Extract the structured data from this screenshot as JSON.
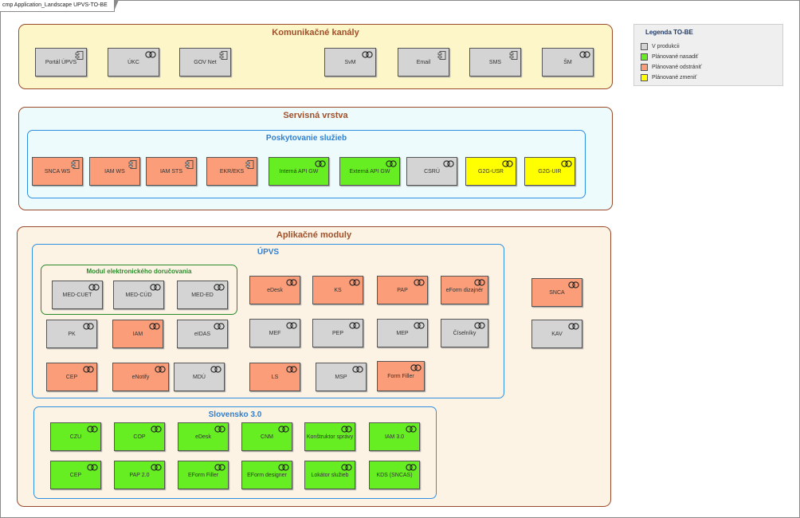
{
  "diagram_title": "cmp Application_Landscape UPVS-TO-BE",
  "legend": {
    "title": "Legenda TO-BE",
    "items": [
      {
        "label": "V produkcii",
        "color": "#d4d4d4"
      },
      {
        "label": "Plánované nasadiť",
        "color": "#66ee22"
      },
      {
        "label": "Plánované odstrániť",
        "color": "#fa9d78"
      },
      {
        "label": "Plánované zmeniť",
        "color": "#ffff00"
      }
    ]
  },
  "groups": {
    "komunikacne": "Komunikačné kanály",
    "servisna": "Servisná vrstva",
    "poskytovanie": "Poskytovanie služieb",
    "aplikacne": "Aplikačné moduly",
    "upvs": "ÚPVS",
    "med": "Modul elektronického doručovania",
    "slovensko": "Slovensko 3.0"
  },
  "components": [
    {
      "label": "Portál ÚPVS",
      "status": "g",
      "icon": "component-icon"
    },
    {
      "label": "ÚKC",
      "status": "g",
      "icon": "interface-icon"
    },
    {
      "label": "GOV Net",
      "status": "g",
      "icon": "component-icon"
    },
    {
      "label": "SvM",
      "status": "g",
      "icon": "interface-icon"
    },
    {
      "label": "Email",
      "status": "g",
      "icon": "component-icon"
    },
    {
      "label": "SMS",
      "status": "g",
      "icon": "component-icon"
    },
    {
      "label": "ŠM",
      "status": "g",
      "icon": "interface-icon"
    },
    {
      "label": "SNCA WS",
      "status": "o",
      "icon": "component-icon"
    },
    {
      "label": "IAM WS",
      "status": "o",
      "icon": "component-icon"
    },
    {
      "label": "IAM STS",
      "status": "o",
      "icon": "component-icon"
    },
    {
      "label": "EKR/EKS",
      "status": "o",
      "icon": "component-icon"
    },
    {
      "label": "Interná API GW",
      "status": "n",
      "icon": "interface-icon"
    },
    {
      "label": "Externá API GW",
      "status": "n",
      "icon": "interface-icon"
    },
    {
      "label": "CSRÚ",
      "status": "g",
      "icon": "interface-icon"
    },
    {
      "label": "G2G-USR",
      "status": "y",
      "icon": "interface-icon"
    },
    {
      "label": "G2G-UIR",
      "status": "y",
      "icon": "interface-icon"
    },
    {
      "label": "MED-CUET",
      "status": "g",
      "icon": "interface-icon"
    },
    {
      "label": "MED-CÚD",
      "status": "g",
      "icon": "interface-icon"
    },
    {
      "label": "MED-ED",
      "status": "g",
      "icon": "interface-icon"
    },
    {
      "label": "eDesk",
      "status": "o",
      "icon": "interface-icon"
    },
    {
      "label": "KS",
      "status": "o",
      "icon": "interface-icon"
    },
    {
      "label": "PAP",
      "status": "o",
      "icon": "interface-icon"
    },
    {
      "label": "eForm dizajnér",
      "status": "o",
      "icon": "interface-icon"
    },
    {
      "label": "PK",
      "status": "g",
      "icon": "interface-icon"
    },
    {
      "label": "IAM",
      "status": "o",
      "icon": "interface-icon"
    },
    {
      "label": "eIDAS",
      "status": "g",
      "icon": "interface-icon"
    },
    {
      "label": "MEF",
      "status": "g",
      "icon": "interface-icon"
    },
    {
      "label": "PEP",
      "status": "g",
      "icon": "interface-icon"
    },
    {
      "label": "MEP",
      "status": "g",
      "icon": "interface-icon"
    },
    {
      "label": "Číselníky",
      "status": "g",
      "icon": "interface-icon"
    },
    {
      "label": "CEP",
      "status": "o",
      "icon": "interface-icon"
    },
    {
      "label": "eNotify",
      "status": "o",
      "icon": "interface-icon"
    },
    {
      "label": "MDÚ",
      "status": "g",
      "icon": "interface-icon"
    },
    {
      "label": "LS",
      "status": "o",
      "icon": "interface-icon"
    },
    {
      "label": "MSP",
      "status": "g",
      "icon": "interface-icon"
    },
    {
      "label": "Form Filler",
      "status": "o",
      "icon": "interface-icon"
    },
    {
      "label": "SNCA",
      "status": "o",
      "icon": "interface-icon"
    },
    {
      "label": "KAV",
      "status": "g",
      "icon": "interface-icon"
    },
    {
      "label": "CZU",
      "status": "n",
      "icon": "interface-icon"
    },
    {
      "label": "COP",
      "status": "n",
      "icon": "interface-icon"
    },
    {
      "label": "eDesk",
      "status": "n",
      "icon": "interface-icon"
    },
    {
      "label": "CNM",
      "status": "n",
      "icon": "interface-icon"
    },
    {
      "label": "Konštruktor správy",
      "status": "n",
      "icon": "interface-icon"
    },
    {
      "label": "IAM 3.0",
      "status": "n",
      "icon": "interface-icon"
    },
    {
      "label": "CEP",
      "status": "n",
      "icon": "interface-icon"
    },
    {
      "label": "PAP 2.0",
      "status": "n",
      "icon": "interface-icon"
    },
    {
      "label": "EForm Filler",
      "status": "n",
      "icon": "interface-icon"
    },
    {
      "label": "EForm designer",
      "status": "n",
      "icon": "interface-icon"
    },
    {
      "label": "Lokátor služieb",
      "status": "n",
      "icon": "interface-icon"
    },
    {
      "label": "KDS (SNCAS)",
      "status": "n",
      "icon": "interface-icon"
    }
  ]
}
